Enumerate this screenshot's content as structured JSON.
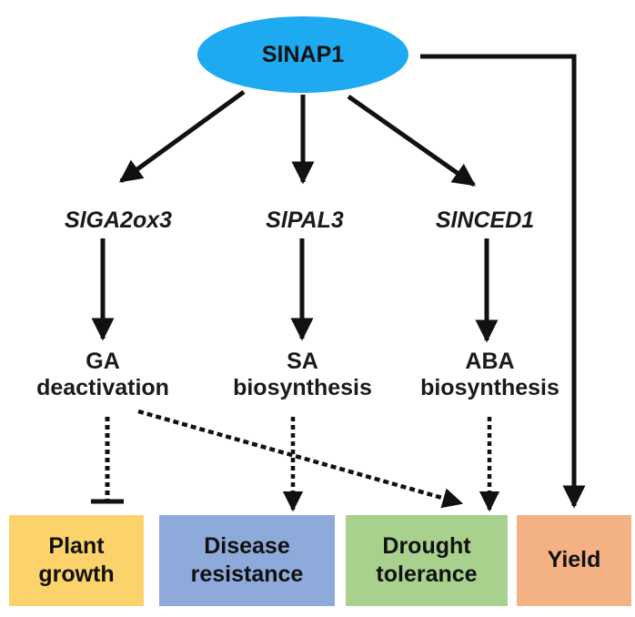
{
  "nodes": {
    "root": {
      "label": "SlNAP1",
      "color": "#1eaaf1"
    },
    "genes": [
      {
        "label": "SlGA2ox3"
      },
      {
        "label": "SlPAL3"
      },
      {
        "label": "SlNCED1"
      }
    ],
    "processes": [
      {
        "line1": "GA",
        "line2": "deactivation"
      },
      {
        "line1": "SA",
        "line2": "biosynthesis"
      },
      {
        "line1": "ABA",
        "line2": "biosynthesis"
      }
    ],
    "outcomes": [
      {
        "line1": "Plant",
        "line2": "growth",
        "color": "#fcd36b"
      },
      {
        "line1": "Disease",
        "line2": "resistance",
        "color": "#8eaadb"
      },
      {
        "line1": "Drought",
        "line2": "tolerance",
        "color": "#a9d18e"
      },
      {
        "line1": "Yield",
        "line2": "",
        "color": "#f4b183"
      }
    ]
  }
}
